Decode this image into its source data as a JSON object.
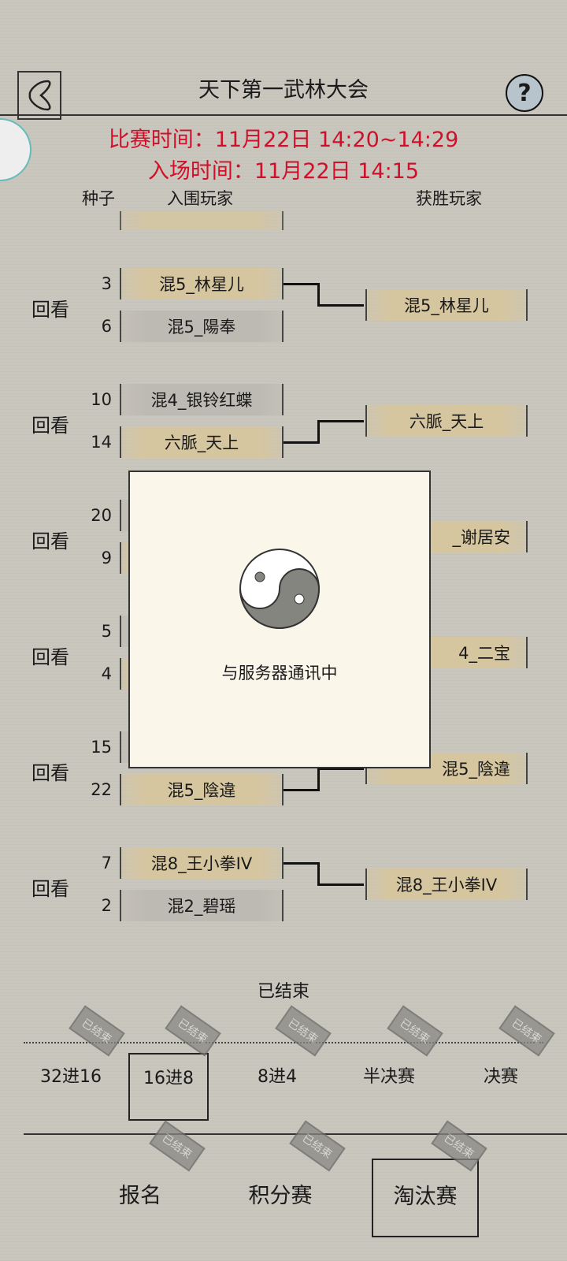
{
  "header": {
    "title": "天下第一武林大会",
    "back_icon": "back-arrow-icon",
    "help_label": "?"
  },
  "schedule": {
    "match_time": "比赛时间：11月22日  14:20~14:29",
    "entry_time": "入场时间：11月22日  14:15"
  },
  "columns": {
    "seed": "种子",
    "players": "入围玩家",
    "winner": "获胜玩家"
  },
  "replay_label": "回看",
  "matches": [
    {
      "p1": {
        "seed": "3",
        "name": "混5_林星儿"
      },
      "p2": {
        "seed": "6",
        "name": "混5_陽奉"
      },
      "winner": "混5_林星儿"
    },
    {
      "p1": {
        "seed": "10",
        "name": "混4_银铃红蝶"
      },
      "p2": {
        "seed": "14",
        "name": "六脈_天上"
      },
      "winner": "六脈_天上"
    },
    {
      "p1": {
        "seed": "20",
        "name": ""
      },
      "p2": {
        "seed": "9",
        "name": ""
      },
      "winner": "_谢居安"
    },
    {
      "p1": {
        "seed": "5",
        "name": ""
      },
      "p2": {
        "seed": "4",
        "name": ""
      },
      "winner": "4_二宝"
    },
    {
      "p1": {
        "seed": "15",
        "name": ""
      },
      "p2": {
        "seed": "22",
        "name": "混5_陰違"
      },
      "winner": "混5_陰違"
    },
    {
      "p1": {
        "seed": "7",
        "name": "混8_王小拳IV"
      },
      "p2": {
        "seed": "2",
        "name": "混2_碧瑶"
      },
      "winner": "混8_王小拳IV"
    }
  ],
  "status": "已结束",
  "round_tabs": [
    "32进16",
    "16进8",
    "8进4",
    "半决赛",
    "决赛"
  ],
  "round_selected": "16进8",
  "stamp_label": "已结束",
  "bottom_tabs": [
    "报名",
    "积分赛",
    "淘汰赛"
  ],
  "bottom_selected": "淘汰赛",
  "modal": {
    "message": "与服务器通讯中",
    "icon": "yin-yang-icon"
  }
}
